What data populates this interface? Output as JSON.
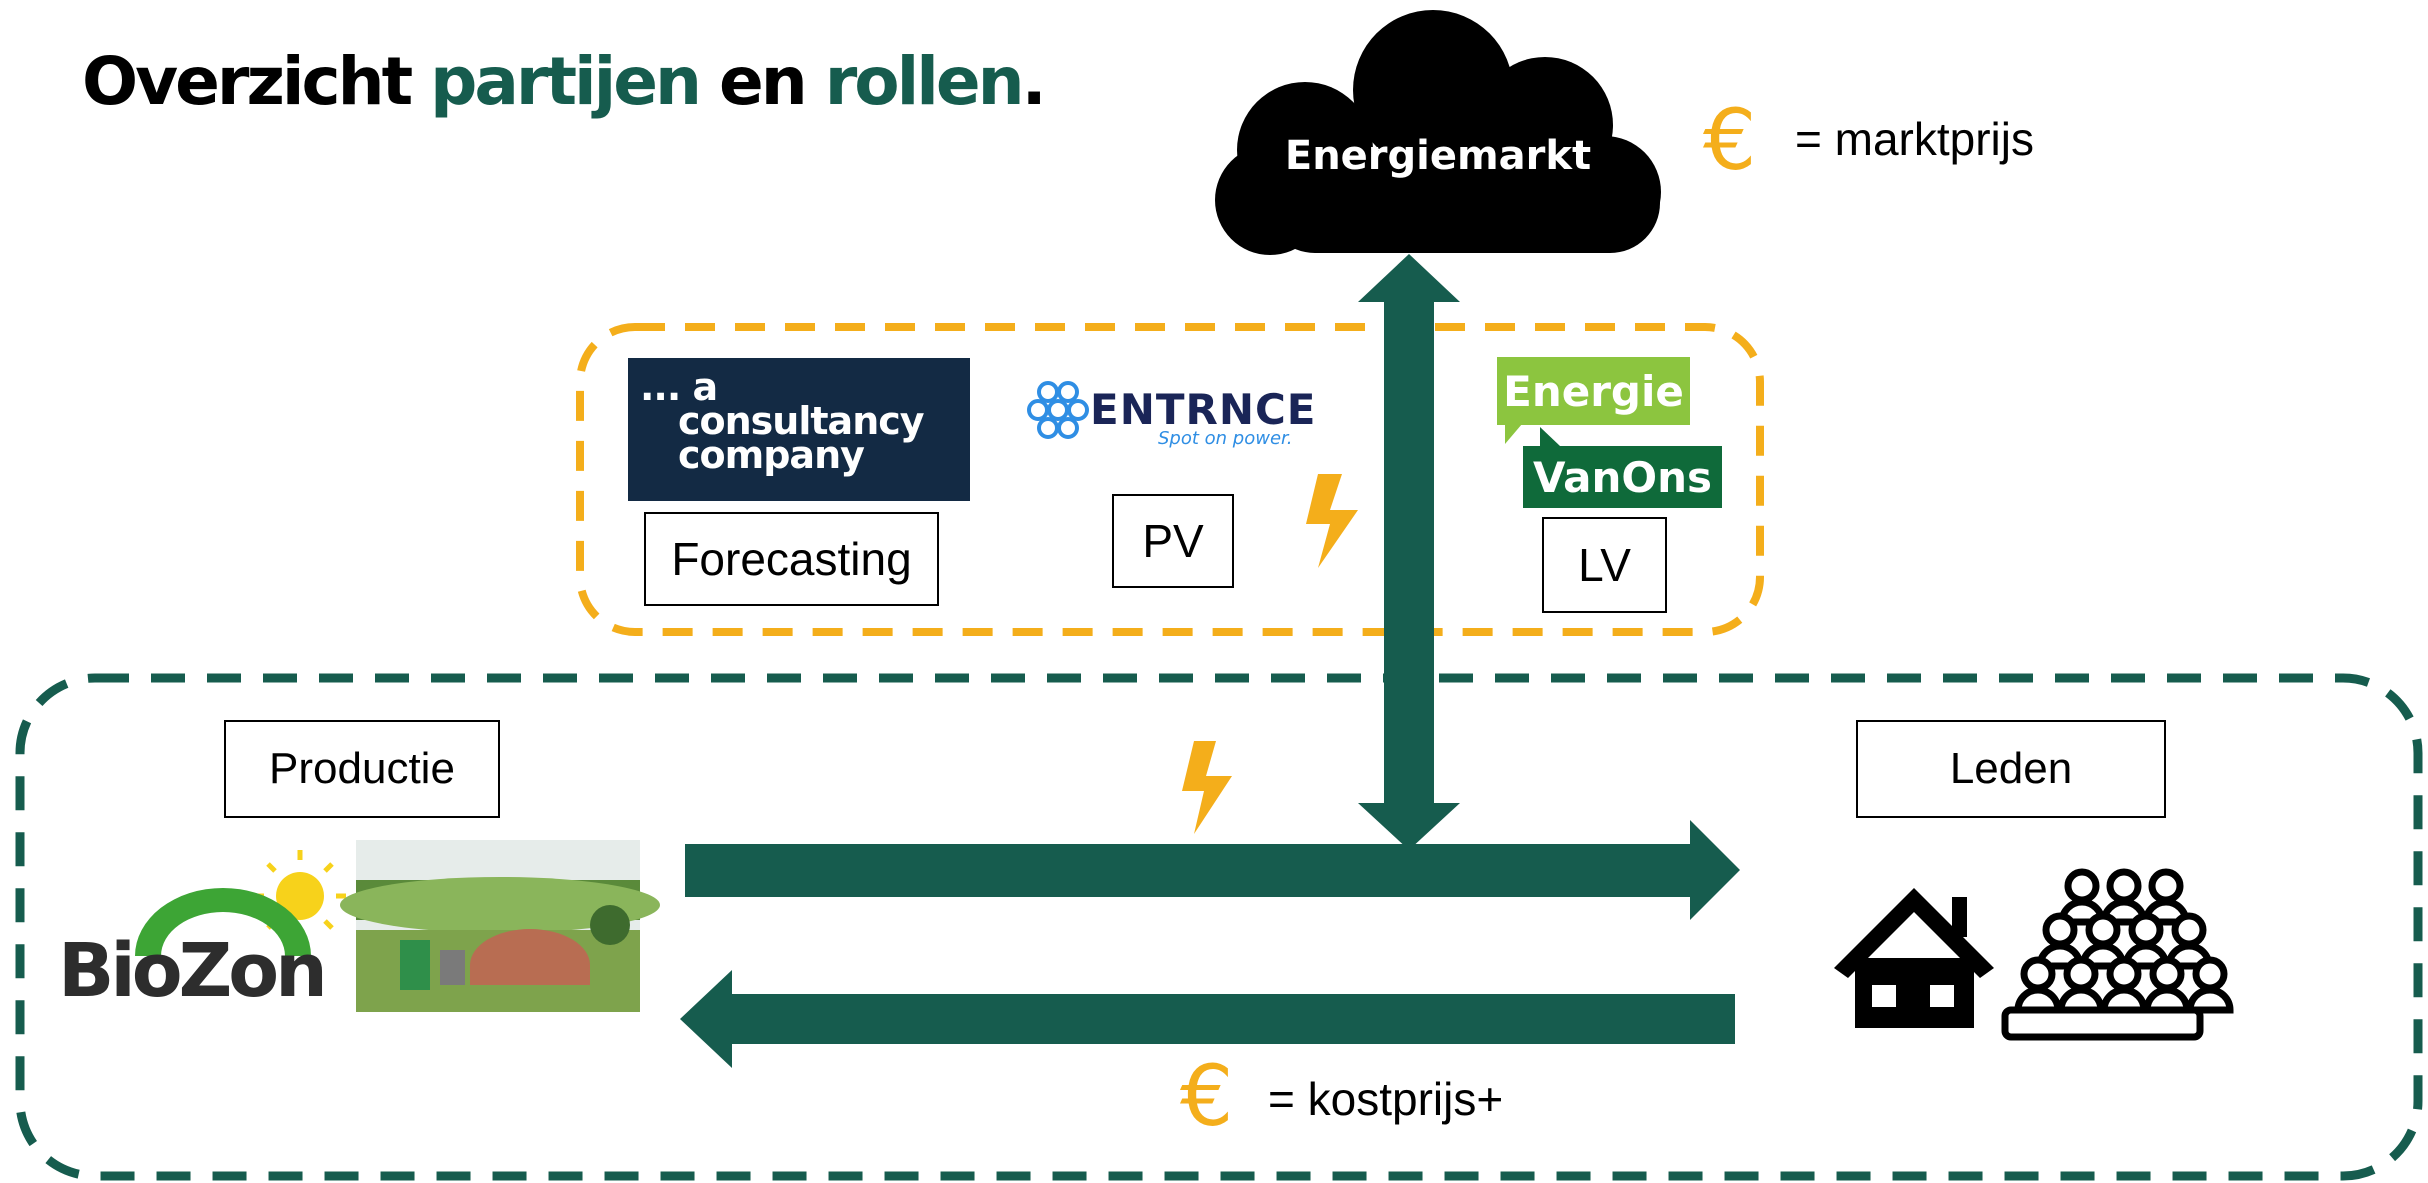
{
  "title": {
    "part1": "Overzicht",
    "part2": "partijen",
    "part3": "en",
    "part4": "rollen",
    "part5": "."
  },
  "market": {
    "label": "Energiemarkt",
    "euro_symbol": "€",
    "price_note": "= marktprijs"
  },
  "partners": {
    "consultancy": {
      "logo_lines": [
        "... a",
        "consultancy",
        "company"
      ],
      "role": "Forecasting"
    },
    "entrnce": {
      "logo_word": "ENTRNCE",
      "tagline": "Spot on power.",
      "role": "PV"
    },
    "energievanons": {
      "logo_top": "Energie",
      "logo_bottom": "VanOns",
      "role": "LV"
    }
  },
  "community": {
    "production": {
      "label": "Productie",
      "logo": "BioZon"
    },
    "members": {
      "label": "Leden"
    },
    "euro_symbol": "€",
    "price_note": "= kostprijs+"
  },
  "icons": [
    "cloud-icon",
    "lightning-icon",
    "house-icon",
    "people-group-icon",
    "sun-icon",
    "farm-photo"
  ],
  "colors": {
    "dark_green": "#165c4e",
    "orange": "#f4ae1b",
    "black": "#000000",
    "white": "#ffffff"
  }
}
